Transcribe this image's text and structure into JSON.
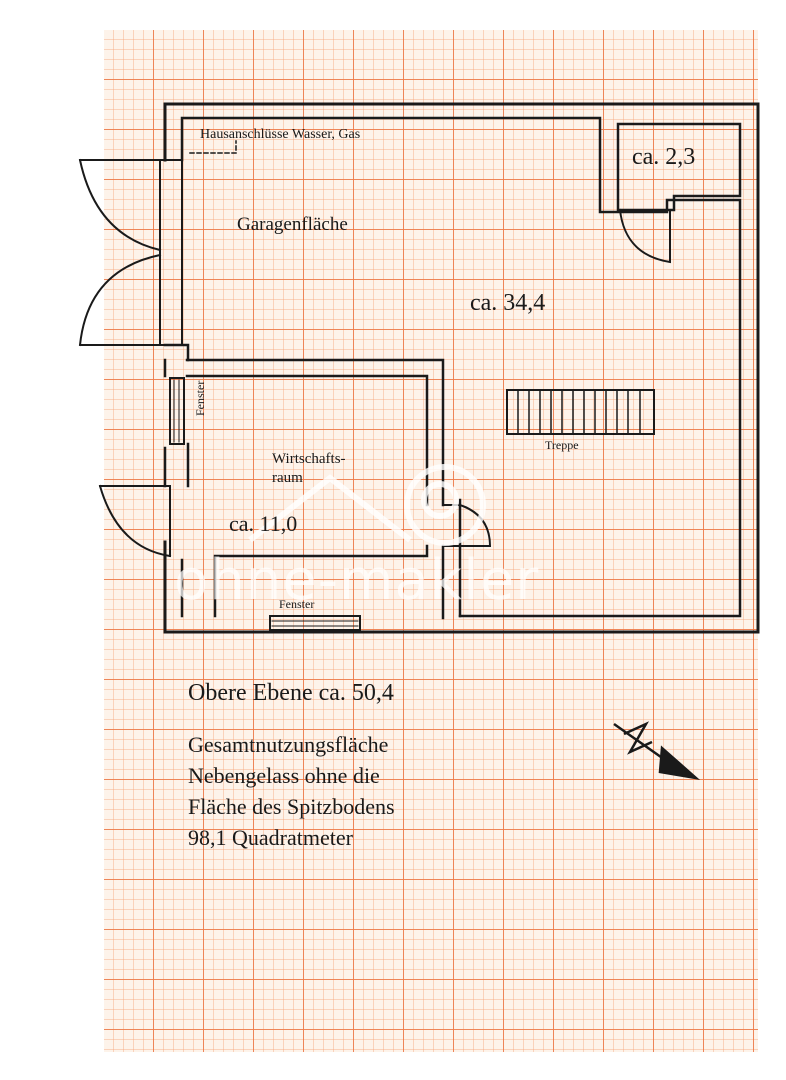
{
  "plan": {
    "rooms": [
      {
        "name": "Garagenfläche",
        "area": "ca. 34,4"
      },
      {
        "name": "",
        "area": "ca. 2,3"
      },
      {
        "name_line1": "Wirtschafts-",
        "name_line2": "raum",
        "area": "ca. 11,0"
      }
    ],
    "labels": {
      "connections": "Hausanschlüsse Wasser, Gas",
      "stairs": "Treppe",
      "window_left": "Fenster",
      "window_bottom": "Fenster"
    },
    "watermark": "ohne-makler"
  },
  "summary": {
    "level_title": "Obere Ebene ca. 50,4",
    "total_lines": [
      "Gesamtnutzungsfläche",
      "Nebengelass ohne die",
      "Fläche des Spitzbodens",
      "98,1 Quadratmeter"
    ]
  },
  "icons": {
    "north_arrow": "north-arrow-icon"
  }
}
